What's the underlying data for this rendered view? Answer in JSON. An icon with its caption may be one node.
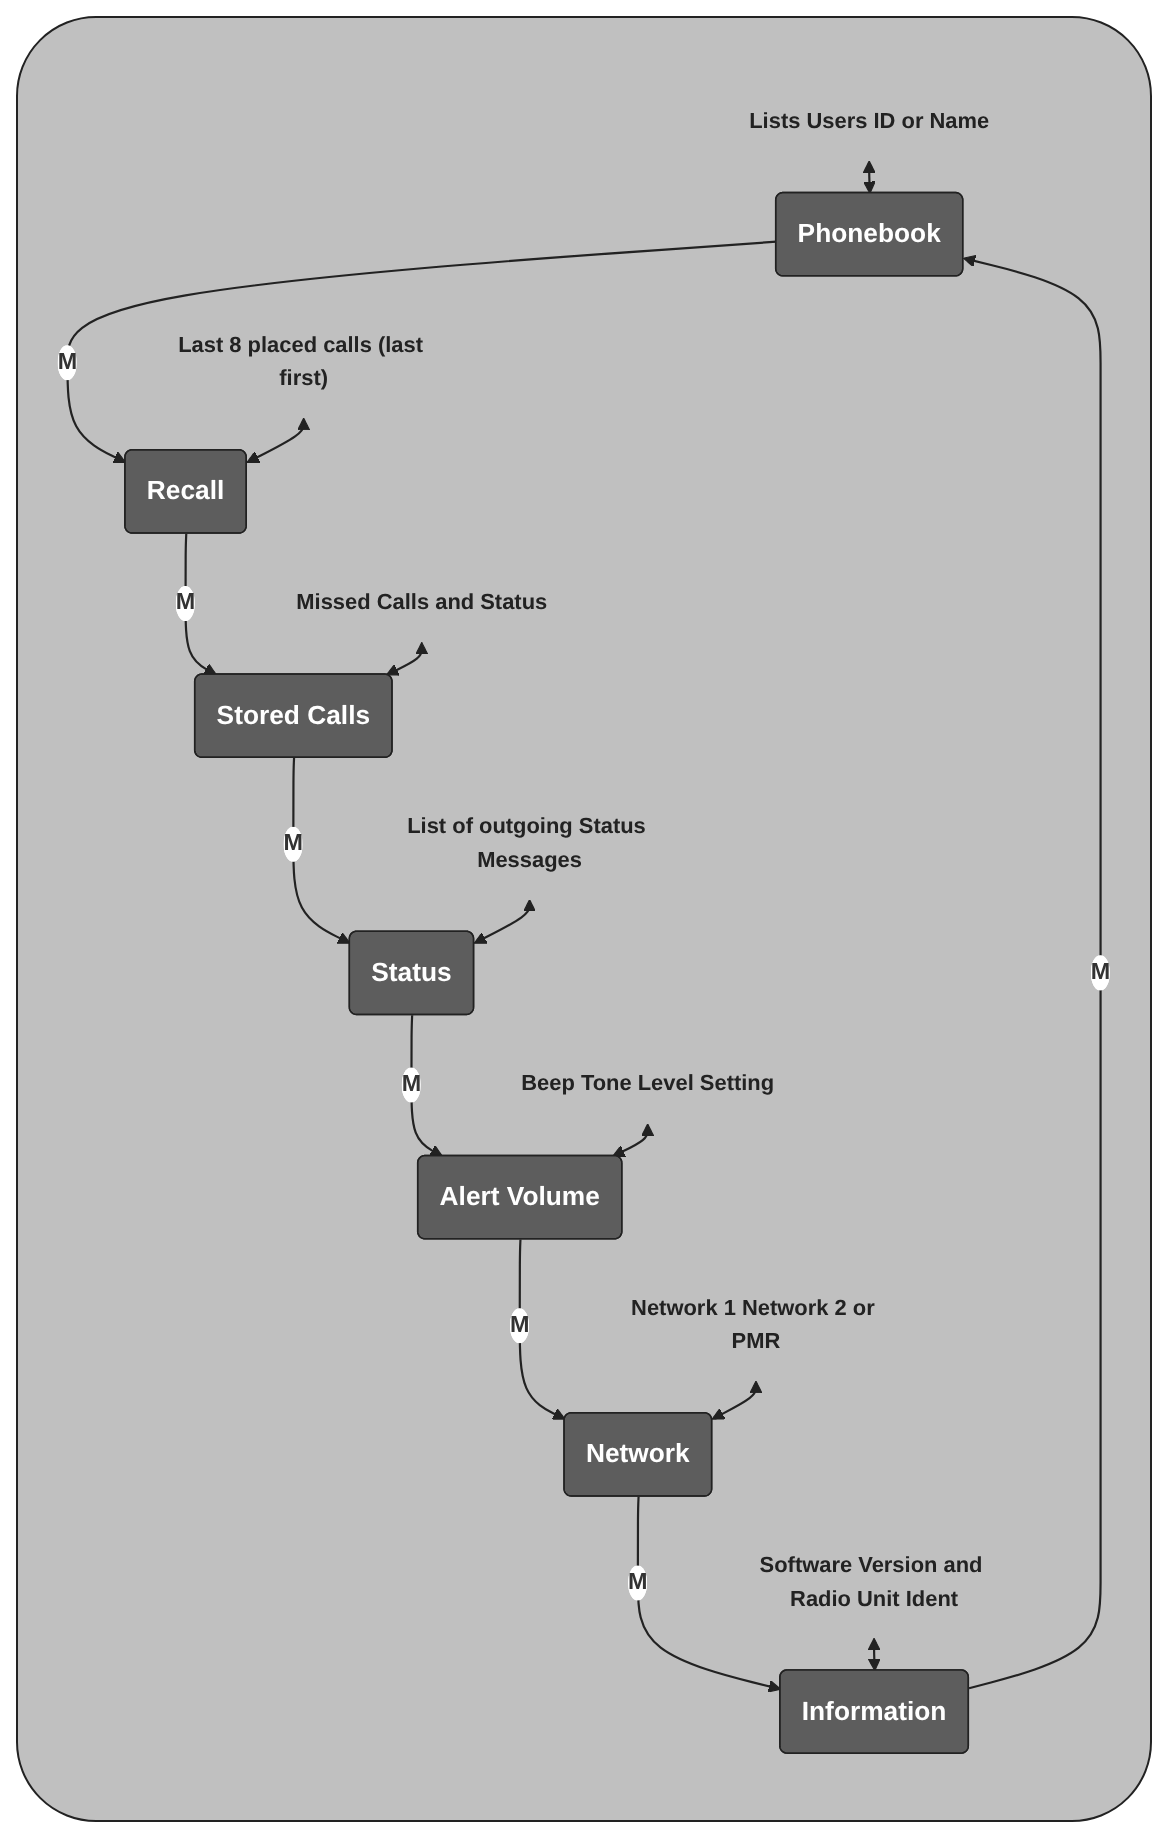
{
  "diagram": {
    "nodes": [
      {
        "text": [
          "Phonebook"
        ]
      },
      {
        "text": [
          "Lists Users ID or Name"
        ]
      },
      {
        "text": [
          "Recall"
        ]
      },
      {
        "text": [
          "Last 8 placed calls (last first)"
        ]
      },
      {
        "text": [
          "Stored Calls"
        ]
      },
      {
        "text": [
          "Missed Calls and Status"
        ]
      },
      {
        "text": [
          "Status"
        ]
      },
      {
        "text": [
          "List of outgoing Status Messages"
        ]
      },
      {
        "text": [
          "Alert Volume"
        ]
      },
      {
        "text": [
          "Beep Tone Level Setting"
        ]
      },
      {
        "text": [
          "Network"
        ]
      },
      {
        "text": [
          "Network 1 Network 2 or PMR"
        ]
      },
      {
        "text": [
          "Information"
        ]
      },
      {
        "text": [
          "Software Version and Radio Unit Ident"
        ]
      }
    ],
    "edges": [
      {
        "from": 0,
        "to": 2,
        "arrow": "to",
        "label": "M"
      },
      {
        "from": 2,
        "to": 4,
        "arrow": "to",
        "label": "M"
      },
      {
        "from": 4,
        "to": 6,
        "arrow": "to",
        "label": "M"
      },
      {
        "from": 6,
        "to": 8,
        "arrow": "to",
        "label": "M"
      },
      {
        "from": 8,
        "to": 10,
        "arrow": "to",
        "label": "M"
      },
      {
        "from": 10,
        "to": 12,
        "arrow": "to",
        "label": "M"
      },
      {
        "from": 12,
        "to": 0,
        "arrow": "to",
        "label": "M"
      },
      {
        "from": 1,
        "to": 0,
        "arrow": "both"
      },
      {
        "from": 3,
        "to": 2,
        "arrow": "both"
      },
      {
        "from": 5,
        "to": 4,
        "arrow": "both"
      },
      {
        "from": 7,
        "to": 6,
        "arrow": "both"
      },
      {
        "from": 9,
        "to": 8,
        "arrow": "both"
      },
      {
        "from": 11,
        "to": 10,
        "arrow": "both"
      },
      {
        "from": 13,
        "to": 12,
        "arrow": "both"
      }
    ]
  }
}
